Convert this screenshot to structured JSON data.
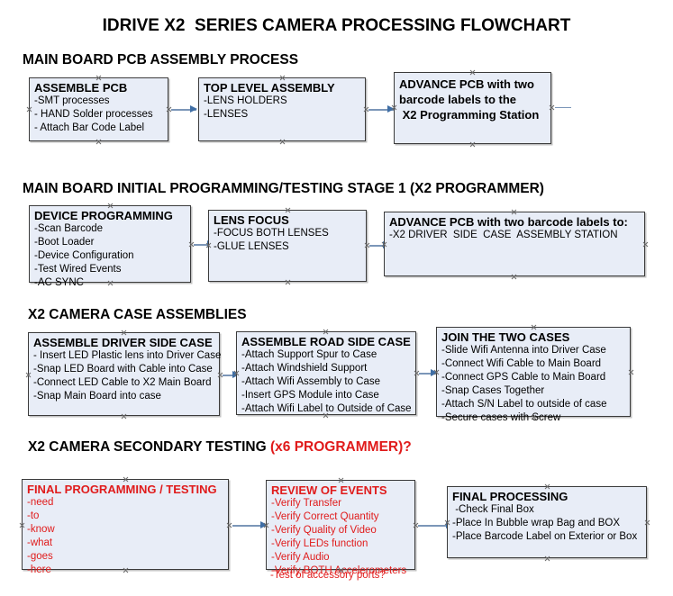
{
  "document": {
    "title": "IDRIVE X2  SERIES CAMERA PROCESSING FLOWCHART"
  },
  "sections": [
    {
      "id": "main-board-pcb-assembly",
      "heading": "MAIN BOARD PCB ASSEMBLY PROCESS",
      "heading_red": "",
      "boxes": [
        {
          "id": "assemble-pcb",
          "title": "ASSEMBLE PCB",
          "lines": [
            "-SMT processes",
            "- HAND Solder processes",
            "- Attach Bar Code Label"
          ]
        },
        {
          "id": "top-level-assembly",
          "title": "TOP LEVEL ASSEMBLY",
          "lines": [
            "-LENS HOLDERS",
            "-LENSES"
          ]
        },
        {
          "id": "advance-pcb-programming-station",
          "title_lines": [
            "ADVANCE PCB with two",
            "barcode labels to the",
            " X2 Programming Station"
          ],
          "lines": []
        }
      ]
    },
    {
      "id": "main-board-initial-programming",
      "heading": "MAIN BOARD INITIAL PROGRAMMING/TESTING STAGE 1 (X2 PROGRAMMER)",
      "heading_red": "",
      "boxes": [
        {
          "id": "device-programming",
          "title": "DEVICE PROGRAMMING",
          "lines": [
            "-Scan Barcode",
            "-Boot Loader",
            "-Device Configuration",
            "-Test Wired Events",
            "-AC SYNC"
          ]
        },
        {
          "id": "lens-focus",
          "title": "LENS FOCUS",
          "lines": [
            "-FOCUS BOTH LENSES",
            "-GLUE LENSES"
          ]
        },
        {
          "id": "advance-pcb-driver-side-case",
          "title": "ADVANCE PCB with two barcode labels to:",
          "lines": [
            "-X2 DRIVER  SIDE  CASE  ASSEMBLY STATION"
          ]
        }
      ]
    },
    {
      "id": "x2-camera-case-assemblies",
      "heading": "X2 CAMERA CASE ASSEMBLIES",
      "heading_red": "",
      "boxes": [
        {
          "id": "assemble-driver-side-case",
          "title": "ASSEMBLE DRIVER SIDE CASE",
          "lines": [
            "- Insert LED Plastic lens into Driver Case",
            "-Snap LED Board with Cable into Case",
            "-Connect LED Cable to X2 Main Board",
            "-Snap Main Board into case"
          ]
        },
        {
          "id": "assemble-road-side-case",
          "title": "ASSEMBLE ROAD SIDE CASE",
          "lines": [
            "-Attach Support Spur to Case",
            "-Attach Windshield Support",
            "-Attach Wifi Assembly to Case",
            "-Insert GPS Module into Case",
            "-Attach Wifi Label to Outside of Case"
          ]
        },
        {
          "id": "join-the-two-cases",
          "title": "JOIN THE TWO CASES",
          "lines": [
            "-Slide Wifi Antenna into Driver Case",
            "-Connect Wifi Cable to Main Board",
            "-Connect GPS Cable to Main Board",
            "-Snap Cases Together",
            "-Attach S/N Label to outside of case",
            "-Secure cases with Screw"
          ]
        }
      ]
    },
    {
      "id": "x2-camera-secondary-testing",
      "heading": "X2 CAMERA SECONDARY TESTING ",
      "heading_red": "(x6 PROGRAMMER)?",
      "boxes": [
        {
          "id": "final-programming-testing",
          "title": "FINAL PROGRAMMING / TESTING",
          "lines": [
            "-need",
            "-to",
            "-know",
            "-what",
            "-goes",
            "-here"
          ]
        },
        {
          "id": "review-of-events",
          "title": "REVIEW OF EVENTS",
          "lines": [
            "-Verify Transfer",
            "-Verify Correct Quantity",
            "-Verify Quality of Video",
            "-Verify LEDs function",
            "-Verify Audio",
            "-Verify BOTH Accelerometers"
          ],
          "overflow_line": "-Test of accessory ports?"
        },
        {
          "id": "final-processing",
          "title": "FINAL PROCESSING",
          "lines": [
            " -Check Final Box",
            "-Place In Bubble wrap Bag and BOX",
            "-Place Barcode Label on Exterior or Box"
          ]
        }
      ]
    }
  ],
  "colors": {
    "box_fill": "#e8edf7",
    "box_border": "#3b3b3b",
    "arrow": "#7b96b8",
    "arrow_head": "#3f6ea5",
    "red_text": "#e01b1b",
    "text": "#000000",
    "background": "#ffffff"
  }
}
